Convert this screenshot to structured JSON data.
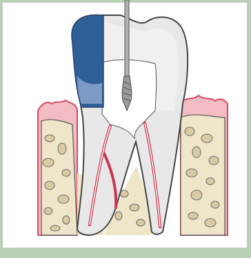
{
  "diagram": {
    "subject": "root-canal-procedure",
    "icon": "tooth-cross-section-icon",
    "parts": [
      {
        "name": "crown-filling",
        "color": "#2f5f97"
      },
      {
        "name": "tooth-dentin",
        "color": "#e8e8e8"
      },
      {
        "name": "pulp-chamber",
        "color": "#ffffff"
      },
      {
        "name": "root-canals",
        "color": "#c73651"
      },
      {
        "name": "gum-tissue",
        "color": "#f2bcc2"
      },
      {
        "name": "gum-edge",
        "color": "#d84a64"
      },
      {
        "name": "jaw-bone",
        "color": "#efe5c9"
      },
      {
        "name": "bone-pores",
        "color": "#d9caa4"
      },
      {
        "name": "endodontic-file",
        "color": "#a9a9a9"
      }
    ],
    "colors": {
      "frame_green": "#b9cfb6",
      "outline_gray": "#444444"
    }
  }
}
